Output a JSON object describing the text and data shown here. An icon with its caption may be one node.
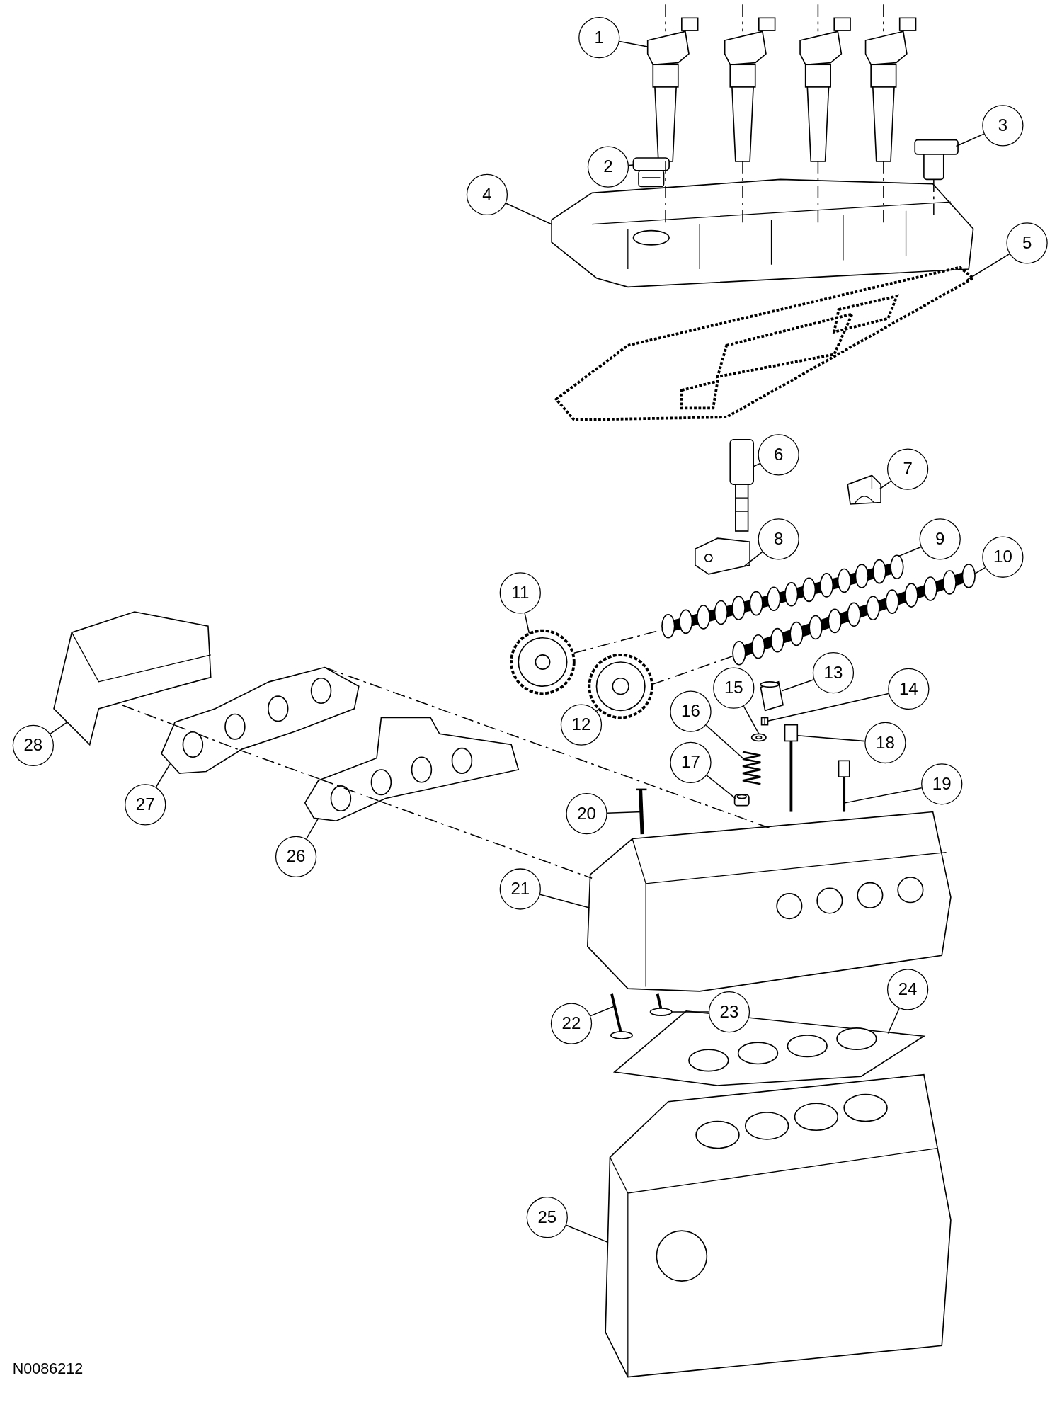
{
  "diagram": {
    "nodes": [
      {
        "text": [
          "1"
        ]
      },
      {
        "text": [
          "2"
        ]
      },
      {
        "text": [
          "3"
        ]
      },
      {
        "text": [
          "4"
        ]
      },
      {
        "text": [
          "5"
        ]
      },
      {
        "text": [
          "6"
        ]
      },
      {
        "text": [
          "7"
        ]
      },
      {
        "text": [
          "8"
        ]
      },
      {
        "text": [
          "9"
        ]
      },
      {
        "text": [
          "10"
        ]
      },
      {
        "text": [
          "11"
        ]
      },
      {
        "text": [
          "12"
        ]
      },
      {
        "text": [
          "13"
        ]
      },
      {
        "text": [
          "14"
        ]
      },
      {
        "text": [
          "15"
        ]
      },
      {
        "text": [
          "16"
        ]
      },
      {
        "text": [
          "17"
        ]
      },
      {
        "text": [
          "18"
        ]
      },
      {
        "text": [
          "19"
        ]
      },
      {
        "text": [
          "20"
        ]
      },
      {
        "text": [
          "21"
        ]
      },
      {
        "text": [
          "22"
        ]
      },
      {
        "text": [
          "23"
        ]
      },
      {
        "text": [
          "24"
        ]
      },
      {
        "text": [
          "25"
        ]
      },
      {
        "text": [
          "26"
        ]
      },
      {
        "text": [
          "27"
        ]
      },
      {
        "text": [
          "28"
        ]
      },
      {
        "text": [],
        "shape": "picture"
      },
      {
        "text": [],
        "shape": "picture"
      },
      {
        "text": [],
        "shape": "picture"
      },
      {
        "text": [],
        "shape": "picture"
      },
      {
        "text": [],
        "shape": "picture"
      },
      {
        "text": [],
        "shape": "picture"
      },
      {
        "text": [],
        "shape": "picture"
      },
      {
        "text": [],
        "shape": "picture"
      },
      {
        "text": [],
        "shape": "picture"
      },
      {
        "text": [],
        "shape": "picture"
      },
      {
        "text": [],
        "shape": "picture"
      },
      {
        "text": [],
        "shape": "picture"
      },
      {
        "text": [],
        "shape": "picture"
      },
      {
        "text": [],
        "shape": "picture"
      },
      {
        "text": [],
        "shape": "picture"
      },
      {
        "text": [],
        "shape": "picture"
      },
      {
        "text": [],
        "shape": "picture"
      },
      {
        "text": [],
        "shape": "picture"
      },
      {
        "text": [],
        "shape": "picture"
      },
      {
        "text": [],
        "shape": "picture"
      },
      {
        "text": [],
        "shape": "picture"
      },
      {
        "text": [],
        "shape": "picture"
      },
      {
        "text": [],
        "shape": "picture"
      },
      {
        "text": [],
        "shape": "picture"
      },
      {
        "text": [],
        "shape": "picture"
      },
      {
        "text": [],
        "shape": "picture"
      },
      {
        "text": [],
        "shape": "picture"
      },
      {
        "text": [],
        "shape": "picture"
      }
    ],
    "edges": [
      {
        "from": 0,
        "to": 28,
        "arrow": "none"
      },
      {
        "from": 1,
        "to": 29,
        "arrow": "none"
      },
      {
        "from": 2,
        "to": 30,
        "arrow": "none"
      },
      {
        "from": 3,
        "to": 31,
        "arrow": "none"
      },
      {
        "from": 4,
        "to": 32,
        "arrow": "none"
      },
      {
        "from": 5,
        "to": 33,
        "arrow": "none"
      },
      {
        "from": 6,
        "to": 34,
        "arrow": "none"
      },
      {
        "from": 7,
        "to": 35,
        "arrow": "none"
      },
      {
        "from": 8,
        "to": 36,
        "arrow": "none"
      },
      {
        "from": 9,
        "to": 37,
        "arrow": "none"
      },
      {
        "from": 10,
        "to": 38,
        "arrow": "none"
      },
      {
        "from": 11,
        "to": 39,
        "arrow": "none"
      },
      {
        "from": 12,
        "to": 40,
        "arrow": "none"
      },
      {
        "from": 13,
        "to": 41,
        "arrow": "none"
      },
      {
        "from": 14,
        "to": 42,
        "arrow": "none"
      },
      {
        "from": 15,
        "to": 43,
        "arrow": "none"
      },
      {
        "from": 16,
        "to": 44,
        "arrow": "none"
      },
      {
        "from": 17,
        "to": 45,
        "arrow": "none"
      },
      {
        "from": 18,
        "to": 46,
        "arrow": "none"
      },
      {
        "from": 19,
        "to": 47,
        "arrow": "none"
      },
      {
        "from": 20,
        "to": 48,
        "arrow": "none"
      },
      {
        "from": 21,
        "to": 49,
        "arrow": "none"
      },
      {
        "from": 22,
        "to": 50,
        "arrow": "none"
      },
      {
        "from": 23,
        "to": 51,
        "arrow": "none"
      },
      {
        "from": 24,
        "to": 52,
        "arrow": "none"
      },
      {
        "from": 25,
        "to": 53,
        "arrow": "none"
      },
      {
        "from": 26,
        "to": 54,
        "arrow": "none"
      },
      {
        "from": 27,
        "to": 55,
        "arrow": "none"
      },
      {
        "from": 28,
        "to": 31,
        "arrow": "none",
        "style": "dashed"
      },
      {
        "from": 28,
        "to": 31,
        "arrow": "none",
        "style": "dashed"
      },
      {
        "from": 28,
        "to": 31,
        "arrow": "none",
        "style": "dashed"
      },
      {
        "from": 28,
        "to": 31,
        "arrow": "none",
        "style": "dashed"
      },
      {
        "from": 30,
        "to": 31,
        "arrow": "none",
        "style": "dashed"
      },
      {
        "from": 38,
        "to": 36,
        "arrow": "none",
        "style": "dashed"
      },
      {
        "from": 39,
        "to": 37,
        "arrow": "none",
        "style": "dashed"
      },
      {
        "from": 55,
        "to": 54,
        "arrow": "none",
        "style": "dashed"
      },
      {
        "from": 54,
        "to": 53,
        "arrow": "none",
        "style": "dashed"
      },
      {
        "from": 53,
        "to": 48,
        "arrow": "none",
        "style": "dashed"
      },
      {
        "from": 54,
        "to": 48,
        "arrow": "none",
        "style": "dashed"
      }
    ],
    "labels": [
      "N0086212"
    ]
  }
}
